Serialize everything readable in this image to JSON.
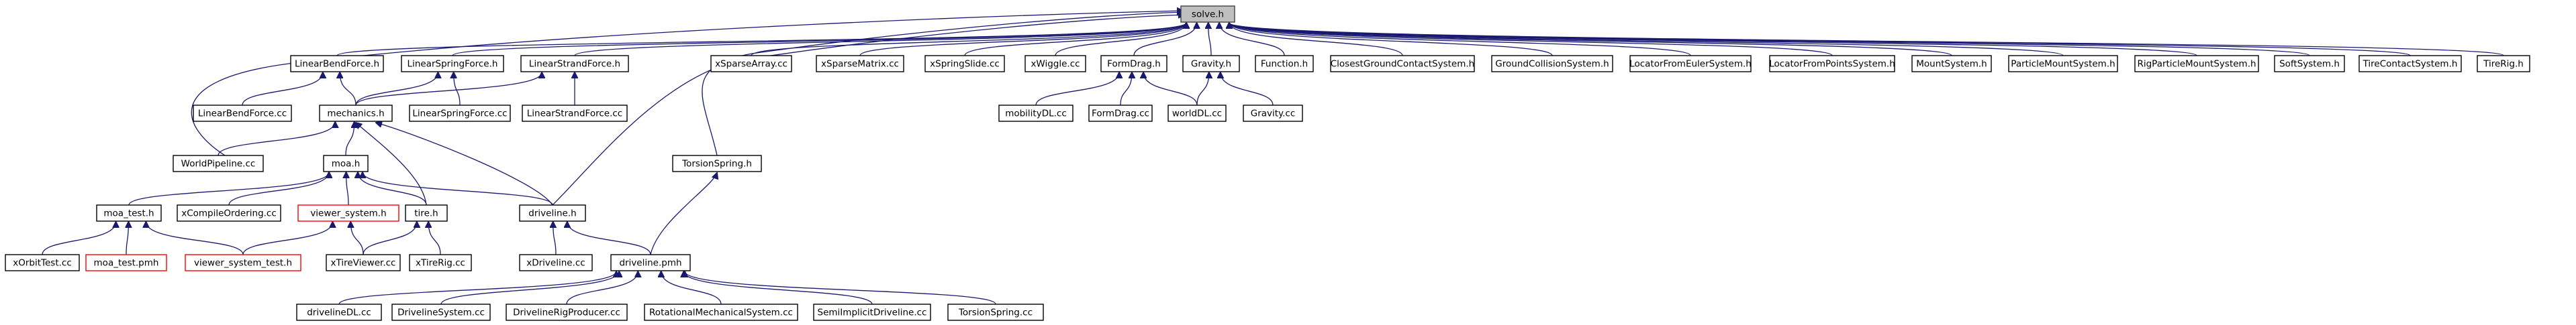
{
  "diagram": {
    "type": "include-dependency-graph",
    "colors": {
      "edge": "#191970",
      "node_border": "#000000",
      "incomplete_border": "#ff0000",
      "root_fill": "#bfbfbf"
    },
    "nodes": [
      {
        "id": "solve_h",
        "label": "solve.h",
        "root": true
      },
      {
        "id": "LinearBendForce_h",
        "label": "LinearBendForce.h"
      },
      {
        "id": "LinearSpringForce_h",
        "label": "LinearSpringForce.h"
      },
      {
        "id": "LinearStrandForce_h",
        "label": "LinearStrandForce.h"
      },
      {
        "id": "xSparseArray_cc",
        "label": "xSparseArray.cc"
      },
      {
        "id": "xSparseMatrix_cc",
        "label": "xSparseMatrix.cc"
      },
      {
        "id": "xSpringSlide_cc",
        "label": "xSpringSlide.cc"
      },
      {
        "id": "xWiggle_cc",
        "label": "xWiggle.cc"
      },
      {
        "id": "FormDrag_h",
        "label": "FormDrag.h"
      },
      {
        "id": "Gravity_h",
        "label": "Gravity.h"
      },
      {
        "id": "Function_h",
        "label": "Function.h"
      },
      {
        "id": "ClosestGroundContactSystem_h",
        "label": "ClosestGroundContactSystem.h"
      },
      {
        "id": "GroundCollisionSystem_h",
        "label": "GroundCollisionSystem.h"
      },
      {
        "id": "LocatorFromEulerSystem_h",
        "label": "LocatorFromEulerSystem.h"
      },
      {
        "id": "LocatorFromPointsSystem_h",
        "label": "LocatorFromPointsSystem.h"
      },
      {
        "id": "MountSystem_h",
        "label": "MountSystem.h"
      },
      {
        "id": "ParticleMountSystem_h",
        "label": "ParticleMountSystem.h"
      },
      {
        "id": "RigParticleMountSystem_h",
        "label": "RigParticleMountSystem.h"
      },
      {
        "id": "SoftSystem_h",
        "label": "SoftSystem.h"
      },
      {
        "id": "TireContactSystem_h",
        "label": "TireContactSystem.h"
      },
      {
        "id": "TireRig_h",
        "label": "TireRig.h"
      },
      {
        "id": "LinearBendForce_cc",
        "label": "LinearBendForce.cc"
      },
      {
        "id": "mechanics_h",
        "label": "mechanics.h"
      },
      {
        "id": "LinearSpringForce_cc",
        "label": "LinearSpringForce.cc"
      },
      {
        "id": "LinearStrandForce_cc",
        "label": "LinearStrandForce.cc"
      },
      {
        "id": "mobilityDL_cc",
        "label": "mobilityDL.cc"
      },
      {
        "id": "FormDrag_cc",
        "label": "FormDrag.cc"
      },
      {
        "id": "worldDL_cc",
        "label": "worldDL.cc"
      },
      {
        "id": "Gravity_cc",
        "label": "Gravity.cc"
      },
      {
        "id": "WorldPipeline_cc",
        "label": "WorldPipeline.cc"
      },
      {
        "id": "TorsionSpring_h",
        "label": "TorsionSpring.h"
      },
      {
        "id": "moa_h",
        "label": "moa.h"
      },
      {
        "id": "moa_test_h",
        "label": "moa_test.h"
      },
      {
        "id": "xCompileOrdering_cc",
        "label": "xCompileOrdering.cc"
      },
      {
        "id": "viewer_system_h",
        "label": "viewer_system.h",
        "incomplete": true
      },
      {
        "id": "tire_h",
        "label": "tire.h"
      },
      {
        "id": "driveline_h",
        "label": "driveline.h"
      },
      {
        "id": "xOrbitTest_cc",
        "label": "xOrbitTest.cc"
      },
      {
        "id": "moa_test_pmh",
        "label": "moa_test.pmh",
        "incomplete": true
      },
      {
        "id": "viewer_system_test_h",
        "label": "viewer_system_test.h",
        "incomplete": true
      },
      {
        "id": "xTireViewer_cc",
        "label": "xTireViewer.cc"
      },
      {
        "id": "xTireRig_cc",
        "label": "xTireRig.cc"
      },
      {
        "id": "xDriveline_cc",
        "label": "xDriveline.cc"
      },
      {
        "id": "driveline_pmh",
        "label": "driveline.pmh"
      },
      {
        "id": "drivelineDL_cc",
        "label": "drivelineDL.cc"
      },
      {
        "id": "DrivelineSystem_cc",
        "label": "DrivelineSystem.cc"
      },
      {
        "id": "DrivelineRigProducer_cc",
        "label": "DrivelineRigProducer.cc"
      },
      {
        "id": "RotationalMechanicalSystem_cc",
        "label": "RotationalMechanicalSystem.cc"
      },
      {
        "id": "SemiImplicitDriveline_cc",
        "label": "SemiImplicitDriveline.cc"
      },
      {
        "id": "TorsionSpring_cc",
        "label": "TorsionSpring.cc"
      }
    ],
    "edges": [
      [
        "LinearBendForce_h",
        "solve_h"
      ],
      [
        "LinearSpringForce_h",
        "solve_h"
      ],
      [
        "LinearStrandForce_h",
        "solve_h"
      ],
      [
        "xSparseArray_cc",
        "solve_h"
      ],
      [
        "xSparseMatrix_cc",
        "solve_h"
      ],
      [
        "xSpringSlide_cc",
        "solve_h"
      ],
      [
        "xWiggle_cc",
        "solve_h"
      ],
      [
        "FormDrag_h",
        "solve_h"
      ],
      [
        "Gravity_h",
        "solve_h"
      ],
      [
        "Function_h",
        "solve_h"
      ],
      [
        "ClosestGroundContactSystem_h",
        "solve_h"
      ],
      [
        "GroundCollisionSystem_h",
        "solve_h"
      ],
      [
        "LocatorFromEulerSystem_h",
        "solve_h"
      ],
      [
        "LocatorFromPointsSystem_h",
        "solve_h"
      ],
      [
        "MountSystem_h",
        "solve_h"
      ],
      [
        "ParticleMountSystem_h",
        "solve_h"
      ],
      [
        "RigParticleMountSystem_h",
        "solve_h"
      ],
      [
        "SoftSystem_h",
        "solve_h"
      ],
      [
        "TireContactSystem_h",
        "solve_h"
      ],
      [
        "TireRig_h",
        "solve_h"
      ],
      [
        "WorldPipeline_cc",
        "solve_h"
      ],
      [
        "TorsionSpring_h",
        "solve_h"
      ],
      [
        "driveline_h",
        "solve_h"
      ],
      [
        "LinearBendForce_cc",
        "LinearBendForce_h"
      ],
      [
        "mechanics_h",
        "LinearBendForce_h"
      ],
      [
        "mechanics_h",
        "LinearSpringForce_h"
      ],
      [
        "LinearSpringForce_cc",
        "LinearSpringForce_h"
      ],
      [
        "mechanics_h",
        "LinearStrandForce_h"
      ],
      [
        "LinearStrandForce_cc",
        "LinearStrandForce_h"
      ],
      [
        "mobilityDL_cc",
        "FormDrag_h"
      ],
      [
        "FormDrag_cc",
        "FormDrag_h"
      ],
      [
        "worldDL_cc",
        "FormDrag_h"
      ],
      [
        "worldDL_cc",
        "Gravity_h"
      ],
      [
        "Gravity_cc",
        "Gravity_h"
      ],
      [
        "WorldPipeline_cc",
        "mechanics_h"
      ],
      [
        "moa_h",
        "mechanics_h"
      ],
      [
        "tire_h",
        "mechanics_h"
      ],
      [
        "driveline_h",
        "mechanics_h"
      ],
      [
        "driveline_pmh",
        "TorsionSpring_h"
      ],
      [
        "moa_test_h",
        "moa_h"
      ],
      [
        "xCompileOrdering_cc",
        "moa_h"
      ],
      [
        "viewer_system_h",
        "moa_h"
      ],
      [
        "tire_h",
        "moa_h"
      ],
      [
        "driveline_h",
        "moa_h"
      ],
      [
        "xOrbitTest_cc",
        "moa_test_h"
      ],
      [
        "moa_test_pmh",
        "moa_test_h"
      ],
      [
        "viewer_system_test_h",
        "moa_test_h"
      ],
      [
        "viewer_system_test_h",
        "viewer_system_h"
      ],
      [
        "xTireViewer_cc",
        "viewer_system_h"
      ],
      [
        "xTireViewer_cc",
        "tire_h"
      ],
      [
        "xTireRig_cc",
        "tire_h"
      ],
      [
        "xDriveline_cc",
        "driveline_h"
      ],
      [
        "driveline_pmh",
        "driveline_h"
      ],
      [
        "drivelineDL_cc",
        "driveline_pmh"
      ],
      [
        "DrivelineSystem_cc",
        "driveline_pmh"
      ],
      [
        "DrivelineRigProducer_cc",
        "driveline_pmh"
      ],
      [
        "RotationalMechanicalSystem_cc",
        "driveline_pmh"
      ],
      [
        "SemiImplicitDriveline_cc",
        "driveline_pmh"
      ],
      [
        "TorsionSpring_cc",
        "driveline_pmh"
      ]
    ]
  }
}
